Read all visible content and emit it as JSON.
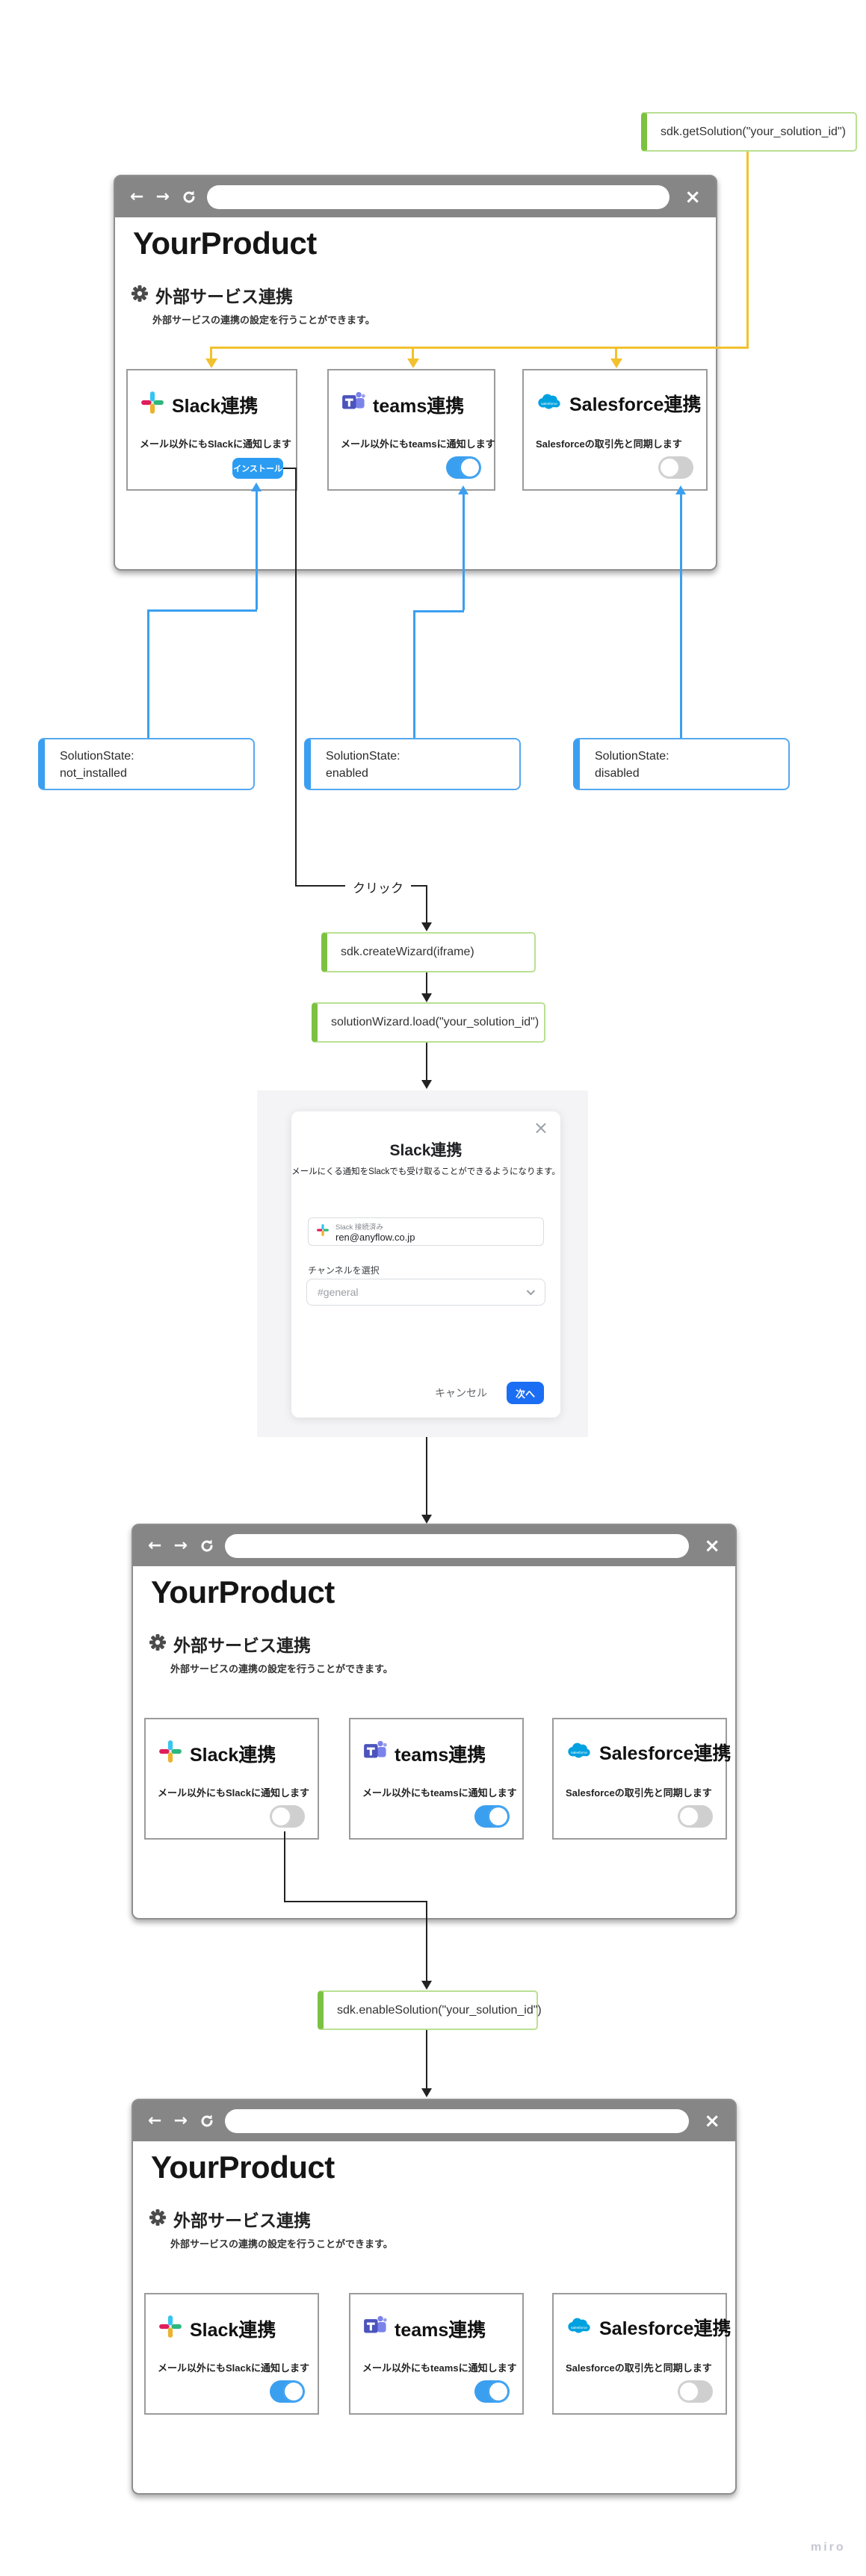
{
  "flow": {
    "get_solution": "sdk.getSolution(\"your_solution_id\")",
    "click_label": "クリック",
    "create_wizard": "sdk.createWizard(iframe)",
    "wizard_load": "solutionWizard.load(\"your_solution_id\")",
    "enable_solution": "sdk.enableSolution(\"your_solution_id\")"
  },
  "states": [
    {
      "label": "SolutionState:",
      "value": "not_installed"
    },
    {
      "label": "SolutionState:",
      "value": "enabled"
    },
    {
      "label": "SolutionState:",
      "value": "disabled"
    }
  ],
  "browser": {
    "close_glyph": "×",
    "back_glyph": "←",
    "forward_glyph": "→"
  },
  "windows": [
    {
      "title": "YourProduct",
      "section_title": "外部サービス連携",
      "section_desc": "外部サービスの連携の設定を行うことができます。",
      "cards": [
        {
          "name": "Slack連携",
          "desc": "メール以外にもSlackに通知します",
          "control": "button",
          "button_label": "インストール"
        },
        {
          "name": "teams連携",
          "desc": "メール以外にもteamsに通知します",
          "control": "toggle",
          "state": "on"
        },
        {
          "name": "Salesforce連携",
          "desc": "Salesforceの取引先と同期します",
          "control": "toggle",
          "state": "off"
        }
      ]
    },
    {
      "title": "YourProduct",
      "section_title": "外部サービス連携",
      "section_desc": "外部サービスの連携の設定を行うことができます。",
      "cards": [
        {
          "name": "Slack連携",
          "desc": "メール以外にもSlackに通知します",
          "control": "toggle",
          "state": "off"
        },
        {
          "name": "teams連携",
          "desc": "メール以外にもteamsに通知します",
          "control": "toggle",
          "state": "on"
        },
        {
          "name": "Salesforce連携",
          "desc": "Salesforceの取引先と同期します",
          "control": "toggle",
          "state": "off"
        }
      ]
    },
    {
      "title": "YourProduct",
      "section_title": "外部サービス連携",
      "section_desc": "外部サービスの連携の設定を行うことができます。",
      "cards": [
        {
          "name": "Slack連携",
          "desc": "メール以外にもSlackに通知します",
          "control": "toggle",
          "state": "on"
        },
        {
          "name": "teams連携",
          "desc": "メール以外にもteamsに通知します",
          "control": "toggle",
          "state": "on"
        },
        {
          "name": "Salesforce連携",
          "desc": "Salesforceの取引先と同期します",
          "control": "toggle",
          "state": "off"
        }
      ]
    }
  ],
  "modal": {
    "close_glyph": "×",
    "title": "Slack連携",
    "desc": "メールにくる通知をSlackでも受け取ることができるようになります。",
    "account_label": "Slack 接続済み",
    "account_value": "ren@anyflow.co.jp",
    "channel_label": "チャンネルを選択",
    "channel_value": "#general",
    "cancel_label": "キャンセル",
    "next_label": "次へ"
  },
  "colors": {
    "connector_yellow": "#f2c12e",
    "connector_blue": "#3b9ff0",
    "code_green": "#7cc142",
    "toggle_on": "#3b9ff0",
    "install_blue": "#2b9cf2",
    "next_blue": "#1b6ef3",
    "header_gray": "#868686"
  },
  "watermark": "miro"
}
